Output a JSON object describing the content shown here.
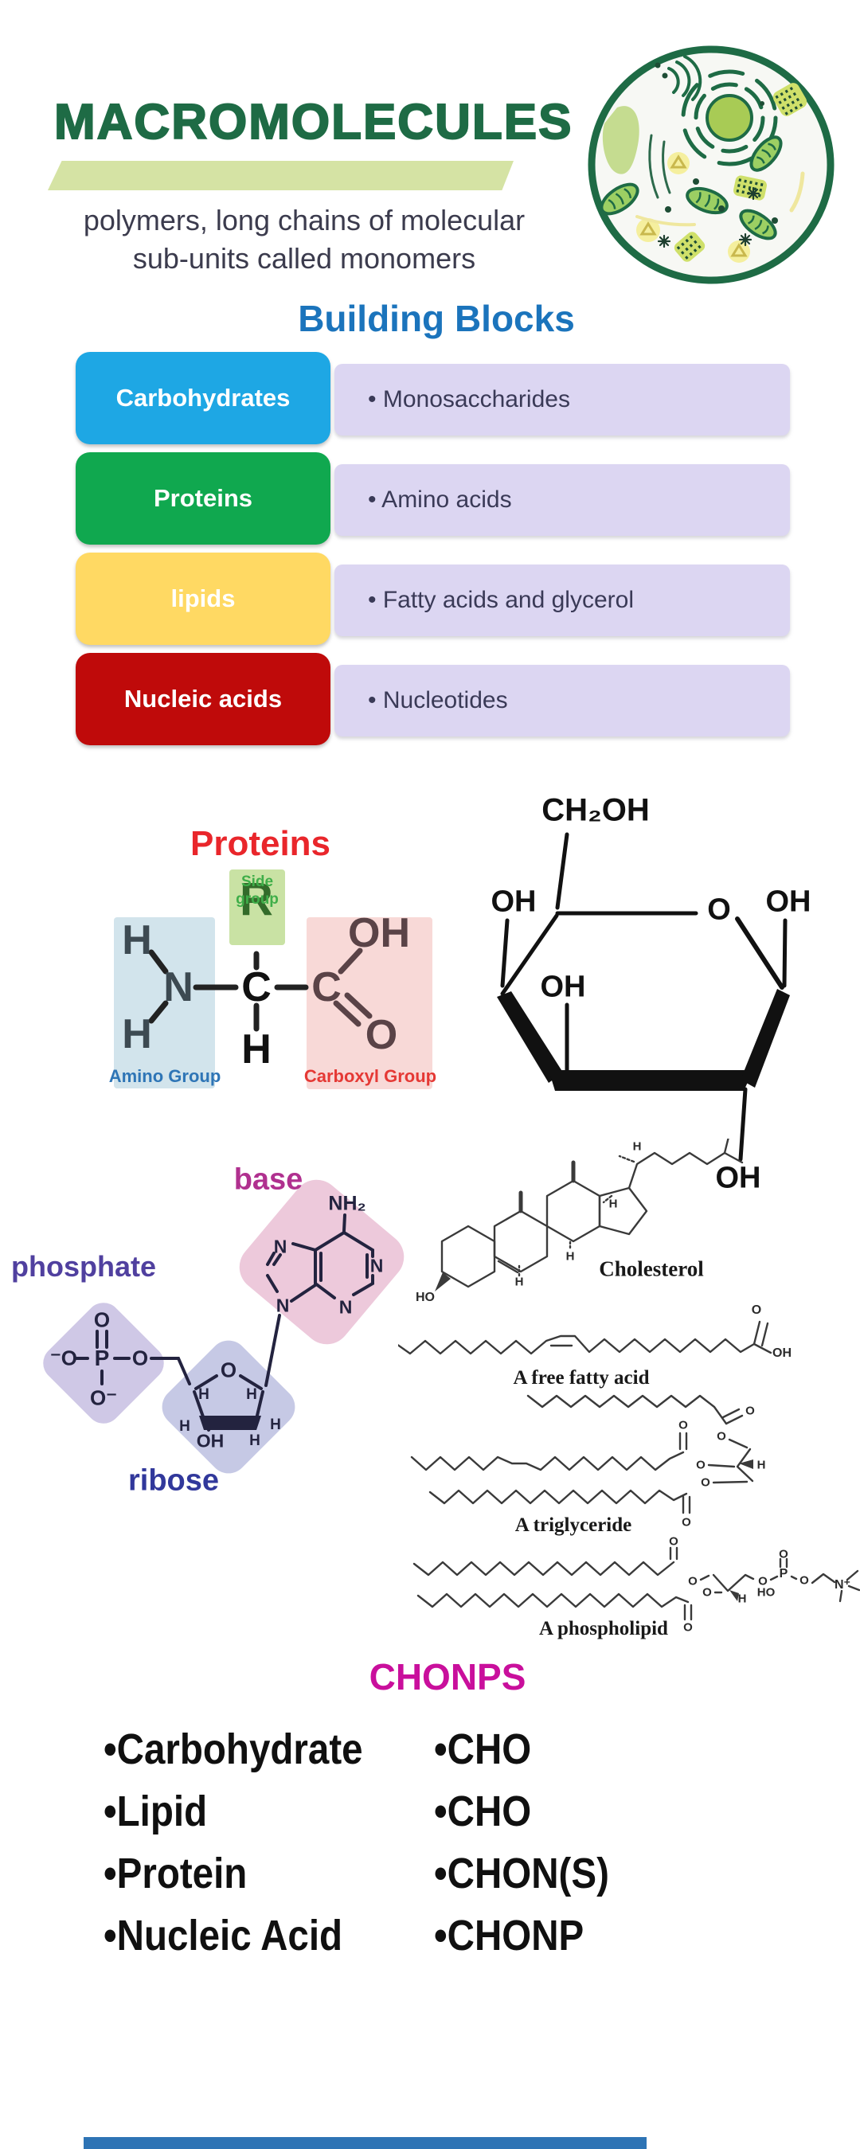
{
  "header": {
    "title": "MACROMOLECULES",
    "subtitle_line1": "polymers, long chains of molecular",
    "subtitle_line2": "sub-units called monomers"
  },
  "building_blocks": {
    "heading": "Building Blocks",
    "rows": [
      {
        "name": "Carbohydrates",
        "monomer": "• Monosaccharides",
        "color": "#1ea7e4"
      },
      {
        "name": "Proteins",
        "monomer": "• Amino acids",
        "color": "#10a84f"
      },
      {
        "name": "lipids",
        "monomer": "• Fatty acids and glycerol",
        "color": "#ffd963"
      },
      {
        "name": "Nucleic acids",
        "monomer": "• Nucleotides",
        "color": "#bf0a0a"
      }
    ]
  },
  "protein_diagram": {
    "heading": "Proteins",
    "side_group_line1": "Side",
    "side_group_line2": "group",
    "amino_group_label": "Amino Group",
    "carboxyl_group_label": "Carboxyl Group",
    "atoms": {
      "h1": "H",
      "h2": "H",
      "n": "N",
      "c_alpha": "C",
      "h3": "H",
      "r": "R",
      "c_carboxyl": "C",
      "oh": "OH",
      "o": "O"
    }
  },
  "glucose": {
    "atoms": {
      "ch2oh": "CH₂OH",
      "oh_left": "OH",
      "o_ring": "O",
      "oh_right": "OH",
      "oh_mid": "OH",
      "oh_bottom": "OH"
    }
  },
  "nucleotide": {
    "phosphate_label": "phosphate",
    "base_label": "base",
    "ribose_label": "ribose",
    "atoms": {
      "o_top": "O",
      "o_left": "⁻O",
      "p": "P",
      "o_mid": "O",
      "o_bottom": "O⁻",
      "o_ring": "O",
      "h_c4": "H",
      "h_c1": "H",
      "h_left": "H",
      "oh": "OH",
      "h_bottom": "H",
      "h_right": "H",
      "nh2": "NH₂",
      "n7": "N",
      "n9": "N",
      "n1": "N",
      "n3": "N"
    }
  },
  "lipids": {
    "cholesterol": {
      "label": "Cholesterol",
      "ho": "HO",
      "h_top": "H",
      "h_c17": "H",
      "h_left": "H",
      "h_mid": "H"
    },
    "fatty_acid": {
      "label": "A free fatty acid",
      "o": "O",
      "oh": "OH"
    },
    "triglyceride": {
      "label": "A triglyceride",
      "o_top_dbl": "O",
      "o_top": "O",
      "o_mid_dbl": "O",
      "o_mid": "O",
      "o_bot": "O",
      "o_bot_dbl": "O",
      "h": "H"
    },
    "phospholipid": {
      "label": "A phospholipid",
      "o_top_dbl": "O",
      "o_top": "O",
      "o_bot": "O",
      "o_bot_dbl": "O",
      "h": "H",
      "o_link": "O",
      "o_p_top": "O",
      "ho": "HO",
      "p": "P",
      "o_right": "O",
      "n_plus": "N⁺"
    }
  },
  "chonps": {
    "heading": "CHONPS",
    "rows": [
      {
        "name": "•Carbohydrate",
        "formula": "•CHO"
      },
      {
        "name": "•Lipid",
        "formula": "•CHO"
      },
      {
        "name": "•Protein",
        "formula": "•CHON(S)"
      },
      {
        "name": "•Nucleic Acid",
        "formula": "•CHONP"
      }
    ]
  },
  "colors": {
    "title_green": "#1e6b45",
    "underline_green": "#d5e3a4",
    "subtitle_gray": "#3b3b4d",
    "building_blocks_blue": "#1b74bc",
    "carb_cyan": "#1ea7e4",
    "protein_green": "#10a84f",
    "lipid_yellow": "#ffd963",
    "nucleic_red": "#bf0a0a",
    "monomer_lavender": "#dcd6f2",
    "proteins_red": "#e9262b",
    "base_magenta": "#b0308f",
    "phosphate_purple": "#50409f",
    "ribose_blue": "#31389b",
    "chonps_magenta": "#c90f9c",
    "bottom_bar_blue": "#2e74b5"
  }
}
